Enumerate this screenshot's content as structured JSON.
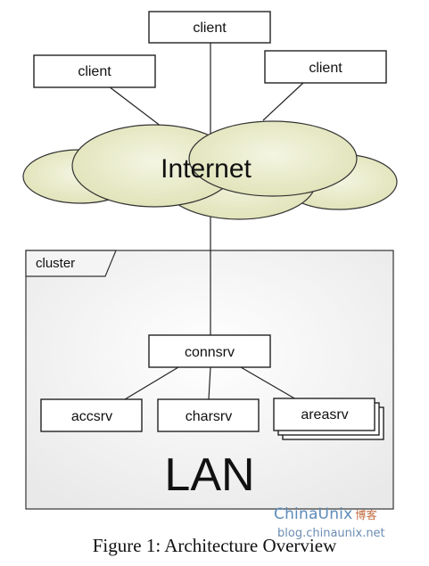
{
  "diagram": {
    "clients": [
      {
        "id": "top",
        "label": "client"
      },
      {
        "id": "left",
        "label": "client"
      },
      {
        "id": "right",
        "label": "client"
      }
    ],
    "internet": {
      "label": "Internet"
    },
    "cluster": {
      "label": "cluster"
    },
    "servers": {
      "conn": "connsrv",
      "acc": "accsrv",
      "char": "charsrv",
      "area": "areasrv"
    },
    "lan": {
      "label": "LAN"
    }
  },
  "caption": "Figure 1: Architecture Overview",
  "watermark": {
    "brand": "ChinaUnix",
    "brand_cn": "博客",
    "url": "blog.chinaunix.net"
  },
  "colors": {
    "cloud_fill": "#e6e8c6",
    "cluster_fill": "#f2f2f2",
    "stroke": "#222222"
  }
}
